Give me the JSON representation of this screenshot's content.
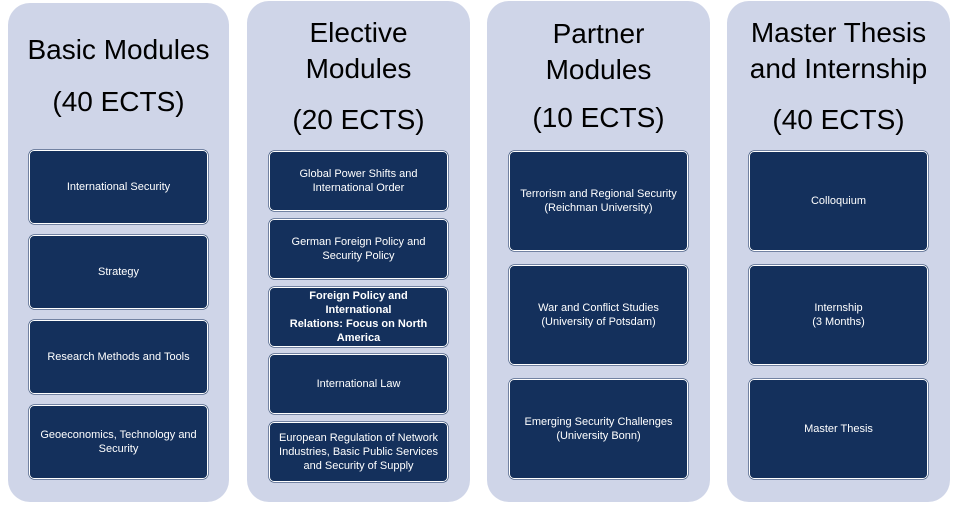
{
  "columns": [
    {
      "title": "Basic Modules",
      "ects": "(40 ECTS)",
      "modules": [
        "International Security",
        "Strategy",
        "Research Methods and Tools",
        "Geoeconomics, Technology and\nSecurity"
      ]
    },
    {
      "title": "Elective\nModules",
      "ects": "(20 ECTS)",
      "modules": [
        "Global Power Shifts and\nInternational Order",
        "German Foreign Policy and\nSecurity Policy",
        "Foreign Policy and International\nRelations: Focus on North\nAmerica",
        "International Law",
        "European Regulation of Network\nIndustries, Basic Public Services\nand Security of Supply"
      ]
    },
    {
      "title": "Partner\nModules",
      "ects": "(10 ECTS)",
      "modules": [
        "Terrorism and Regional Security\n(Reichman University)",
        "War and Conflict Studies\n(University of Potsdam)",
        "Emerging Security Challenges\n(University Bonn)"
      ]
    },
    {
      "title": "Master Thesis\nand Internship",
      "ects": "(40 ECTS)",
      "modules": [
        "Colloquium",
        "Internship\n(3 Months)",
        "Master Thesis"
      ]
    }
  ]
}
